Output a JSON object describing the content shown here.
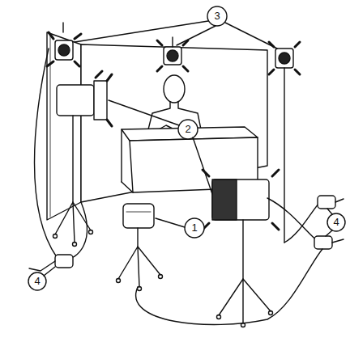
{
  "diagram": {
    "labels": [
      "3",
      "2",
      "1",
      "4",
      "4"
    ]
  }
}
